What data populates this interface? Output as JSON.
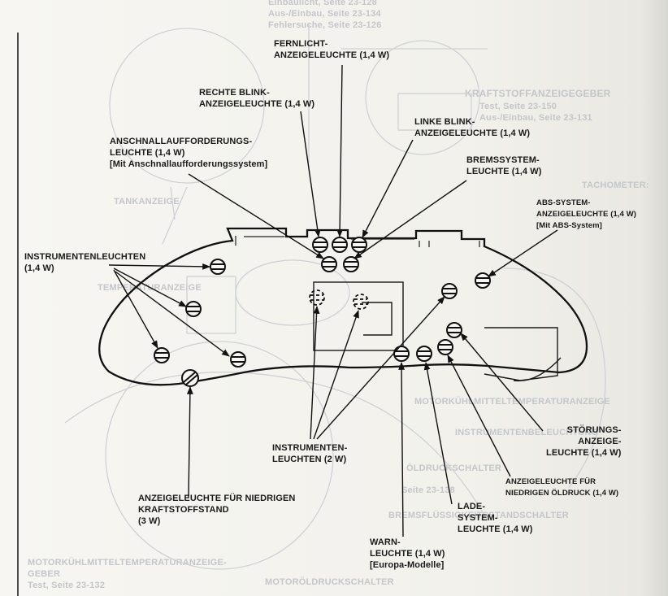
{
  "background_text": [
    "Einbaulicht, Seite 23-128",
    "Aus-/Einbau, Seite 23-134",
    "Fehlersuche, Seite 23-126",
    "KRAFTSTOFFANZEIGEGEBER",
    "Test, Seite 23-150",
    "Aus-/Einbau, Seite 23-131",
    "TACHOMETER:",
    "TANKANZEIGE",
    "TEMPERATURANZEIGE",
    "MOTORKÜHLMITTELTEMPERATURANZEIGE",
    "INSTRUMENTENBELEUCHTUNG",
    "ÖLDRUCKSCHALTER",
    "BREMSFLÜSSIGKEITSSTANDSCHALTER",
    "Seite 23-138",
    "MOTORKÜHLMITTELTEMPERATURANZEIGE-",
    "GEBER",
    "Test, Seite 23-132",
    "MOTORÖLDRUCKSCHALTER"
  ],
  "labels": {
    "fernlicht": {
      "lines": [
        "FERNLICHT-",
        "ANZEIGELEUCHTE (1,4 W)"
      ]
    },
    "rechte_blink": {
      "lines": [
        "RECHTE BLINK-",
        "ANZEIGELEUCHTE (1,4 W)"
      ]
    },
    "linke_blink": {
      "lines": [
        "LINKE BLINK-",
        "ANZEIGELEUCHTE (1,4 W)"
      ]
    },
    "anschnall": {
      "lines": [
        "ANSCHNALLAUFFORDERUNGS-",
        "LEUCHTE (1,4 W)",
        "[Mit Anschnallaufforderungssystem]"
      ]
    },
    "bremssystem": {
      "lines": [
        "BREMSSYSTEM-",
        "LEUCHTE (1,4 W)"
      ]
    },
    "abs": {
      "lines": [
        "ABS-SYSTEM-",
        "ANZEIGELEUCHTE (1,4 W)",
        "[Mit ABS-System]"
      ]
    },
    "instrumentenleuchten_left": {
      "lines": [
        "INSTRUMENTENLEUCHTEN",
        "(1,4 W)"
      ]
    },
    "instrumentenleuchten_center": {
      "lines": [
        "INSTRUMENTEN-",
        "LEUCHTEN (2 W)"
      ]
    },
    "kraftstoff": {
      "lines": [
        "ANZEIGELEUCHTE FÜR NIEDRIGEN",
        "KRAFTSTOFFSTAND",
        "(3 W)"
      ]
    },
    "warn": {
      "lines": [
        "WARN-",
        "LEUCHTE (1,4 W)",
        "[Europa-Modelle]"
      ]
    },
    "lade": {
      "lines": [
        "LADE-",
        "SYSTEM-",
        "LEUCHTE (1,4 W)"
      ]
    },
    "oeldruck": {
      "lines": [
        "ANZEIGELEUCHTE FÜR",
        "NIEDRIGEN ÖLDRUCK (1,4 W)"
      ]
    },
    "stoerung": {
      "lines": [
        "STÖRUNGS-",
        "ANZEIGE-",
        "LEUCHTE (1,4 W)"
      ]
    }
  }
}
